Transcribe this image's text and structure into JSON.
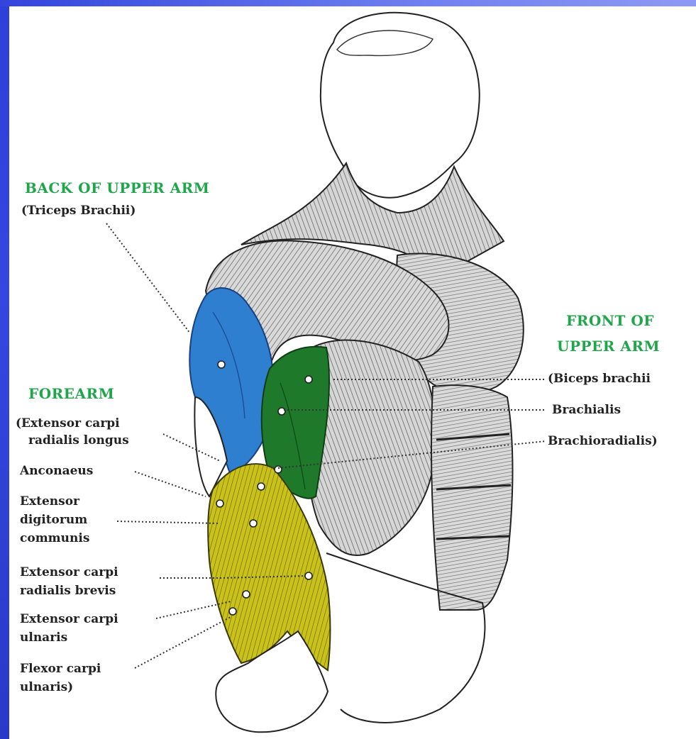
{
  "headings": {
    "back_upper_arm": "BACK OF UPPER ARM",
    "front_upper_arm_line1": "FRONT OF",
    "front_upper_arm_line2": "UPPER ARM",
    "forearm": "FOREARM"
  },
  "labels": {
    "triceps": "(Triceps Brachii)",
    "biceps": "(Biceps brachii",
    "brachialis": "Brachialis",
    "brachioradialis": "Brachioradialis)",
    "ecr_longus_l1": "(Extensor carpi",
    "ecr_longus_l2": "radialis  longus",
    "anconaeus": "Anconaeus",
    "edc_l1": "Extensor",
    "edc_l2": "digitorum",
    "edc_l3": "communis",
    "ecr_brevis_l1": "Extensor carpi",
    "ecr_brevis_l2": "radialis brevis",
    "ecu_l1": "Extensor carpi",
    "ecu_l2": "ulnaris",
    "fcu_l1": "Flexor carpi",
    "fcu_l2": "ulnaris)"
  },
  "colors": {
    "heading_green": "#1fa64a",
    "triceps_blue": "#2f7fd0",
    "forearm_green": "#1e7a2a",
    "forearm_yellow": "#c9c21a",
    "muscle_gray": "#bdbdbd",
    "slide_blue": "#3447e0"
  }
}
